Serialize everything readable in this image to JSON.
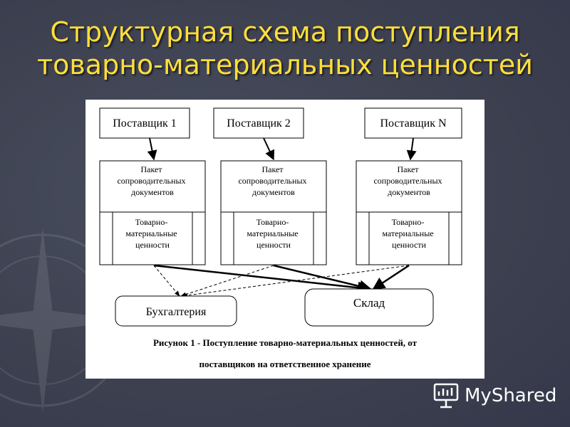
{
  "slide": {
    "title_line1": "Структурная схема поступления",
    "title_line2": "товарно-материальных ценностей"
  },
  "diagram": {
    "suppliers": [
      "Поставщик 1",
      "Поставщик 2",
      "Поставщик N"
    ],
    "package_label": [
      "Пакет",
      "сопроводительных",
      "документов"
    ],
    "goods_label": [
      "Товарно-",
      "материальные",
      "ценности"
    ],
    "accounting": "Бухгалтерия",
    "warehouse": "Склад",
    "caption_line1": "Рисунок 1 - Поступление товарно-материальных ценностей, от",
    "caption_line2": "поставщиков на ответственное хранение"
  },
  "logo": {
    "text": "MyShared"
  },
  "colors": {
    "title": "#ffde3a",
    "background": "#3f4353"
  }
}
